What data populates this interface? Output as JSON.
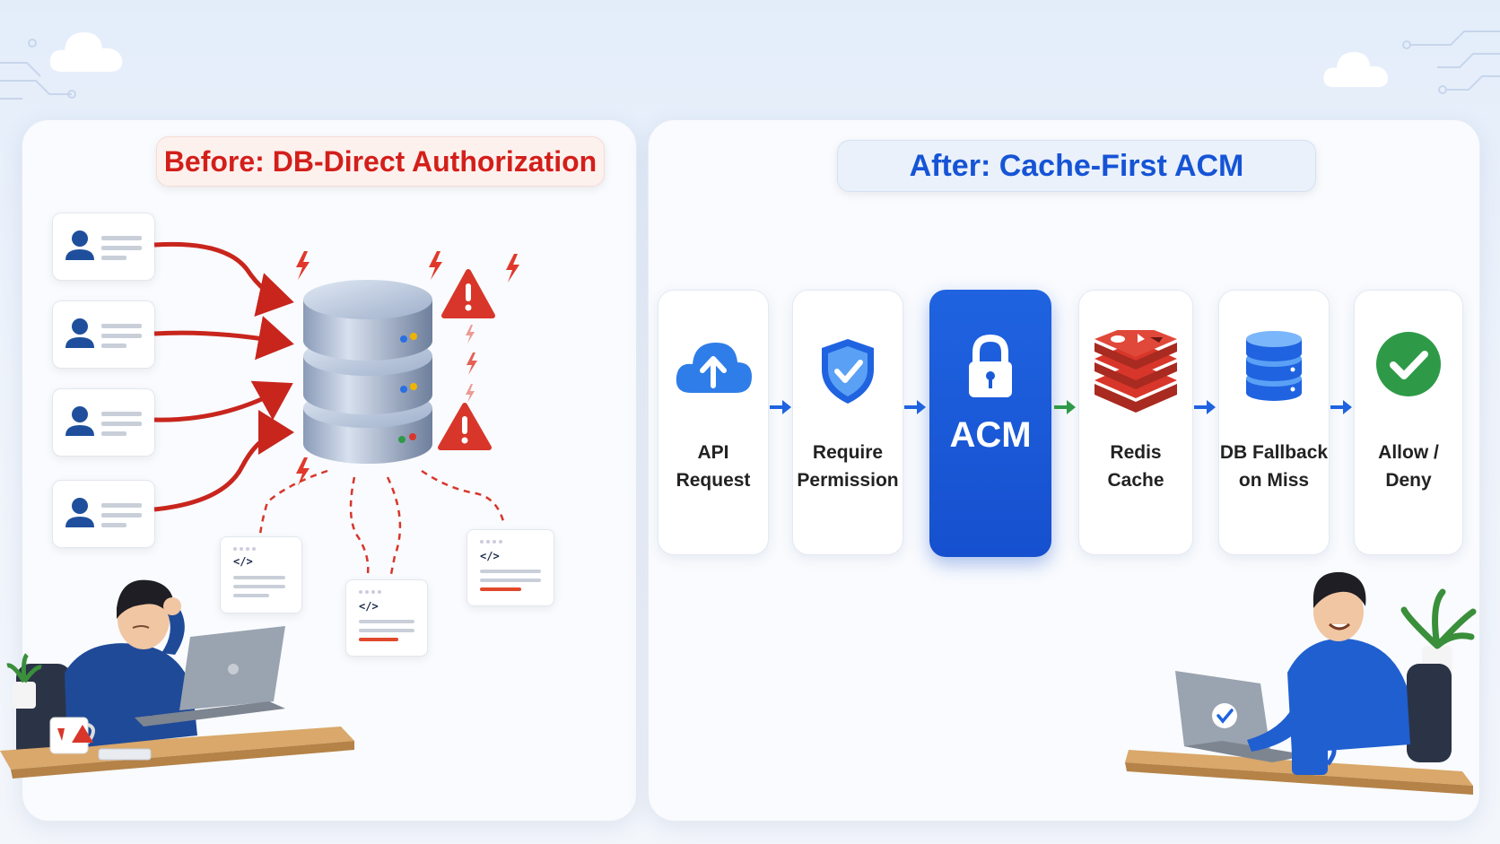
{
  "before": {
    "title": "Before: DB-Direct Authorization",
    "code_tag": "</>"
  },
  "after": {
    "title": "After: Cache-First ACM",
    "steps": [
      {
        "label": "API\nRequest",
        "icon": "cloud-upload-icon"
      },
      {
        "label": "Require\nPermission",
        "icon": "shield-check-icon"
      },
      {
        "label": "ACM",
        "icon": "lock-icon"
      },
      {
        "label": "Redis\nCache",
        "icon": "redis-icon"
      },
      {
        "label": "DB Fallback\non Miss",
        "icon": "database-icon"
      },
      {
        "label": "Allow /\nDeny",
        "icon": "check-circle-icon"
      }
    ]
  },
  "colors": {
    "before_accent": "#d31f1a",
    "after_accent": "#1654d6",
    "acm_fill": "#1a5ad8",
    "redis_red": "#d8362a",
    "allow_green": "#2e9a47"
  }
}
